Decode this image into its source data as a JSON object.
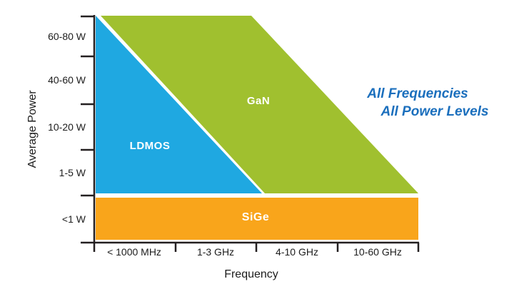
{
  "chart_data": {
    "type": "area",
    "title": "",
    "xlabel": "Frequency",
    "ylabel": "Average Power",
    "x_categories": [
      "< 1000 MHz",
      "1-3 GHz",
      "4-10 GHz",
      "10-60 GHz"
    ],
    "y_categories_bottom_to_top": [
      "<1 W",
      "1-5 W",
      "10-20 W",
      "40-60 W",
      "60-80 W"
    ],
    "grid": false,
    "legend": "none",
    "axis_color": "#231f20",
    "regions": [
      {
        "name": "LDMOS",
        "color": "#1fa8e1",
        "shape": "right-triangle",
        "frequency_range": "< 1000 MHz up to ~1-3 GHz at low power",
        "power_range": "1-5 W up to 60-80 W, max power only at lowest frequency"
      },
      {
        "name": "GaN",
        "color": "#a0c02f",
        "shape": "parallelogram",
        "frequency_range": "< 1000 MHz through 10-60 GHz",
        "power_range": "1-5 W up to 60-80 W, shifting to lower power as frequency increases"
      },
      {
        "name": "SiGe",
        "color": "#f9a51b",
        "shape": "bar",
        "frequency_range": "all frequencies: < 1000 MHz through 10-60 GHz",
        "power_range": "<1 W"
      }
    ],
    "annotation": {
      "line1": "All Frequencies",
      "line2": "All Power Levels",
      "color": "#1b6fbd"
    }
  }
}
